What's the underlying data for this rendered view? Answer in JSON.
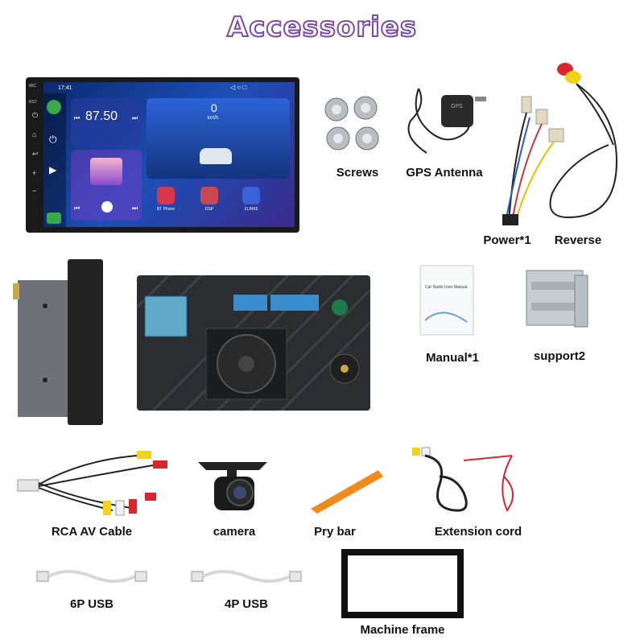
{
  "title": "Accessories",
  "screen": {
    "time": "17:41",
    "side_buttons": [
      "MIC",
      "RST"
    ],
    "radio_freq": "87.50",
    "speed_value": "0",
    "speed_unit": "km/h",
    "apps": [
      "BT Phone",
      "DSP",
      "ZLINK5"
    ]
  },
  "labels": {
    "screws": "Screws",
    "gps": "GPS Antenna",
    "power": "Power*1",
    "reverse": "Reverse",
    "manual": "Manual*1",
    "support": "support2",
    "rca": "RCA AV Cable",
    "camera": "camera",
    "pry": "Pry bar",
    "extension": "Extension cord",
    "usb6": "6P USB",
    "usb4": "4P USB",
    "frame": "Machine frame"
  },
  "manual_cover_text": "Car Radio User Manual",
  "gps_badge": "GPS",
  "colors": {
    "title_outline": "#7b4aa6",
    "pry_bar": "#f08a1c",
    "rca_red": "#d9262c",
    "rca_yellow": "#f2d21b",
    "rca_white": "#f2f2f2"
  }
}
